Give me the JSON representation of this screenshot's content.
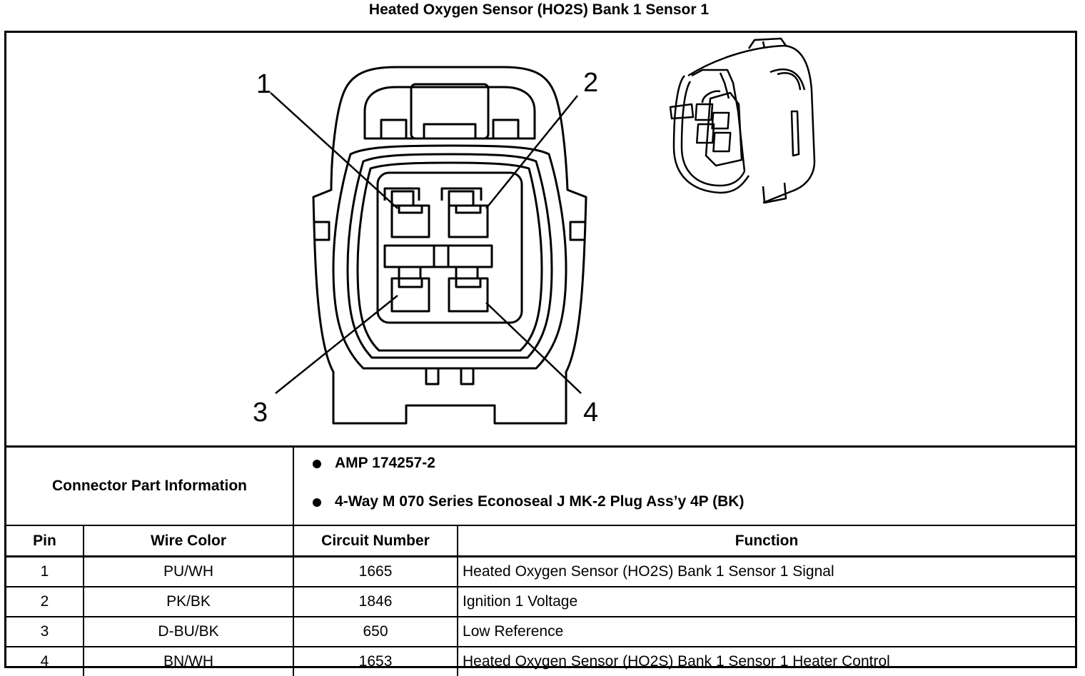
{
  "title": "Heated Oxygen Sensor (HO2S) Bank 1 Sensor 1",
  "pin_callouts": [
    "1",
    "2",
    "3",
    "4"
  ],
  "connector_part_info": {
    "label": "Connector Part Information",
    "items": [
      "AMP 174257-2",
      "4-Way M 070 Series Econoseal J MK-2 Plug Ass’y 4P (BK)"
    ]
  },
  "table": {
    "headers": [
      "Pin",
      "Wire Color",
      "Circuit Number",
      "Function"
    ],
    "rows": [
      [
        "1",
        "PU/WH",
        "1665",
        "Heated Oxygen Sensor (HO2S) Bank 1 Sensor 1 Signal"
      ],
      [
        "2",
        "PK/BK",
        "1846",
        "Ignition 1 Voltage"
      ],
      [
        "3",
        "D-BU/BK",
        "650",
        "Low Reference"
      ],
      [
        "4",
        "BN/WH",
        "1653",
        "Heated Oxygen Sensor (HO2S) Bank 1 Sensor 1 Heater Control"
      ]
    ]
  }
}
